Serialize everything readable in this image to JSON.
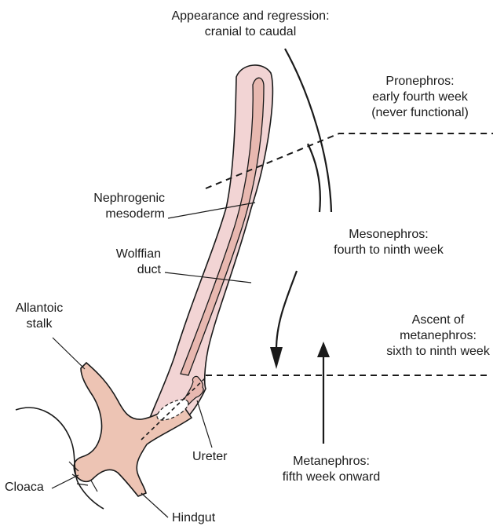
{
  "labels": {
    "regression_line1": "Appearance and regression:",
    "regression_line2": "cranial to caudal",
    "pronephros_line1": "Pronephros:",
    "pronephros_line2": "early fourth week",
    "pronephros_line3": "(never functional)",
    "nephrogenic_line1": "Nephrogenic",
    "nephrogenic_line2": "mesoderm",
    "wolffian_line1": "Wolffian",
    "wolffian_line2": "duct",
    "mesonephros_line1": "Mesonephros:",
    "mesonephros_line2": "fourth to ninth week",
    "allantoic_line1": "Allantoic",
    "allantoic_line2": "stalk",
    "ascent_line1": "Ascent of",
    "ascent_line2": "metanephros:",
    "ascent_line3": "sixth to ninth week",
    "ureter": "Ureter",
    "metanephros_line1": "Metanephros:",
    "metanephros_line2": "fifth week onward",
    "cloaca": "Cloaca",
    "hindgut": "Hindgut"
  },
  "colors": {
    "tissue_fill": "#f2d4d4",
    "gut_fill": "#edc4b4",
    "duct_fill": "#e8b8b0",
    "outline": "#1a1a1a"
  }
}
